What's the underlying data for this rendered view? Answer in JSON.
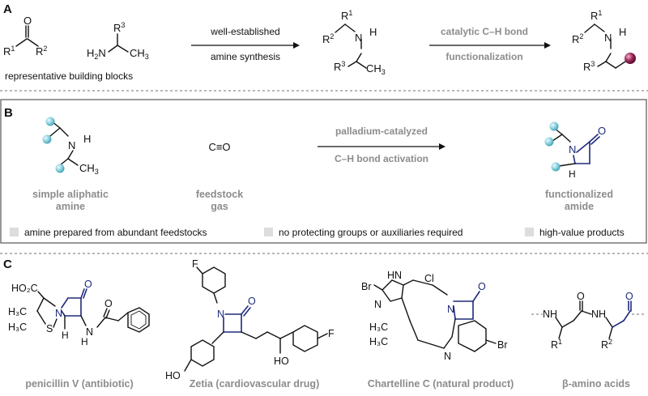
{
  "panelA": {
    "label": "A",
    "r1": "R",
    "r1_sup": "1",
    "r2": "R",
    "r2_sup": "2",
    "o": "O",
    "h2n": "H",
    "h2n_sub": "2",
    "h2n_n": "N",
    "r3": "R",
    "r3_sup": "3",
    "ch3": "CH",
    "ch3_sub": "3",
    "blocks_caption": "representative building blocks",
    "arrow1_top": "well-established",
    "arrow1_bottom": "amine synthesis",
    "mid_r1": "R",
    "mid_r1_sup": "1",
    "mid_r2": "R",
    "mid_r2_sup": "2",
    "mid_n": "N",
    "mid_h": "H",
    "mid_r3": "R",
    "mid_r3_sup": "3",
    "mid_ch3": "CH",
    "mid_ch3_sub": "3",
    "arrow2_top": "catalytic C–H bond",
    "arrow2_bottom": "functionalization",
    "end_r1": "R",
    "end_r1_sup": "1",
    "end_r2": "R",
    "end_r2_sup": "2",
    "end_n": "N",
    "end_h": "H",
    "end_r3": "R",
    "end_r3_sup": "3"
  },
  "panelB": {
    "label": "B",
    "amine_n": "N",
    "amine_h": "H",
    "amine_ch3": "CH",
    "amine_ch3_sub": "3",
    "amine_caption_1": "simple aliphatic",
    "amine_caption_2": "amine",
    "co": "C≡O",
    "gas_caption_1": "feedstock",
    "gas_caption_2": "gas",
    "arrow_top": "palladium-catalyzed",
    "arrow_bottom": "C–H bond activation",
    "amide_n": "N",
    "amide_o": "O",
    "amide_h": "H",
    "amide_caption_1": "functionalized",
    "amide_caption_2": "amide",
    "features": [
      "amine prepared from abundant feedstocks",
      "no protecting groups or auxiliaries required",
      "high-value products"
    ],
    "colors": {
      "sphere": "#8fd3e0",
      "box_border": "#555555",
      "bullet": "#dddddd"
    }
  },
  "panelC": {
    "label": "C",
    "pen": {
      "ho2c": "HO₂C",
      "h3c_1": "H₃C",
      "h3c_2": "H₃C",
      "s": "S",
      "n": "N",
      "h": "H",
      "o_lactam": "O",
      "nh_n": "N",
      "nh_h": "H",
      "o_amide": "O",
      "caption": "penicillin V (antibiotic)"
    },
    "zetia": {
      "f_top": "F",
      "n": "N",
      "o": "O",
      "ho": "HO",
      "oh": "HO",
      "f_right": "F",
      "caption": "Zetia (cardiovascular drug)"
    },
    "chart": {
      "br_left": "Br",
      "hn": "HN",
      "n_ring": "N",
      "cl": "Cl",
      "n_lactam": "N",
      "o": "O",
      "h3c_1": "H₃C",
      "h3c_2": "H₃C",
      "n_indolenine": "N",
      "br_right": "Br",
      "caption": "Chartelline C (natural product)"
    },
    "beta": {
      "nh_1": "NH",
      "o_1": "O",
      "nh_2": "NH",
      "o_2": "O",
      "r1": "R",
      "r1_sup": "1",
      "r2": "R",
      "r2_sup": "2",
      "caption": "β-amino acids"
    }
  },
  "colors": {
    "accent_sphere": "#9c2a5a",
    "navy": "#1f2a7a",
    "gray_text": "#8c8c8c"
  }
}
